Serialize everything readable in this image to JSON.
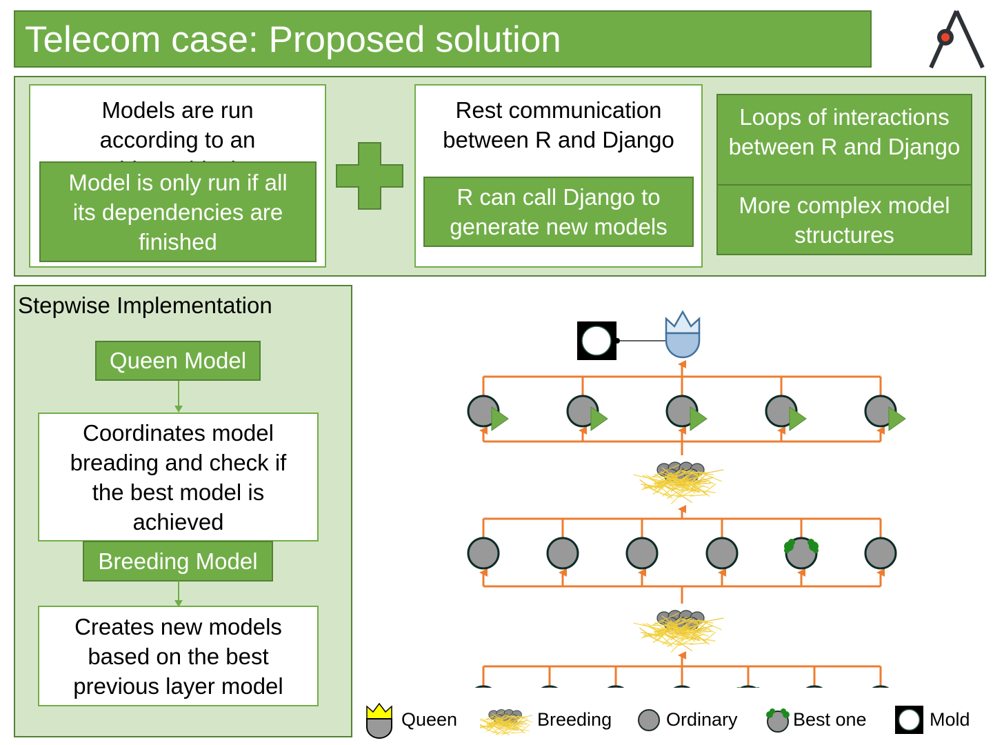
{
  "header": {
    "title": "Telecom case: Proposed solution",
    "logo_icon": "compass-logo-icon"
  },
  "top_panel": {
    "card1": {
      "heading": "Models are run according to an hierarchical",
      "callout": "Model is only run if all its dependencies are finished"
    },
    "plus_icon": "plus-icon",
    "card2": {
      "heading": "Rest communication between R and Django",
      "callout": "R can call Django to generate new models"
    },
    "card3": {
      "upper": "Loops of interactions between R and Django",
      "lower": "More complex model structures"
    }
  },
  "stepwise": {
    "title": "Stepwise Implementation",
    "steps": [
      {
        "label": "Queen Model",
        "description": "Coordinates model breading and check if the best model is achieved"
      },
      {
        "label": "Breeding Model",
        "description": "Creates new models based on the best previous layer model"
      }
    ]
  },
  "diagram": {
    "colors": {
      "connector": "#ed7d31",
      "node_fill": "#999999",
      "node_stroke": "#0d2b26",
      "queen_fill": "#a9c4e0",
      "queen_stroke": "#41719c",
      "accent_green": "#70ad47",
      "nest": "#f5d442",
      "best_tuft": "#1e8a1e"
    },
    "layers": [
      {
        "name": "top-layer",
        "kind": "queen",
        "nodes": 1,
        "linked_mold": true
      },
      {
        "name": "layer-1",
        "kind": "running",
        "nodes": 5
      },
      {
        "name": "breeding-1",
        "kind": "breeding"
      },
      {
        "name": "layer-2",
        "kind": "ordinary",
        "nodes": 6,
        "best_index": 4
      },
      {
        "name": "breeding-2",
        "kind": "breeding"
      },
      {
        "name": "layer-3",
        "kind": "ordinary",
        "nodes": 7,
        "best_index": 4
      }
    ]
  },
  "legend": {
    "items": [
      {
        "icon": "queen-icon",
        "label": "Queen"
      },
      {
        "icon": "breeding-nest-icon",
        "label": "Breeding"
      },
      {
        "icon": "ordinary-node-icon",
        "label": "Ordinary"
      },
      {
        "icon": "best-node-icon",
        "label": "Best one"
      },
      {
        "icon": "mold-icon",
        "label": "Mold"
      }
    ]
  }
}
